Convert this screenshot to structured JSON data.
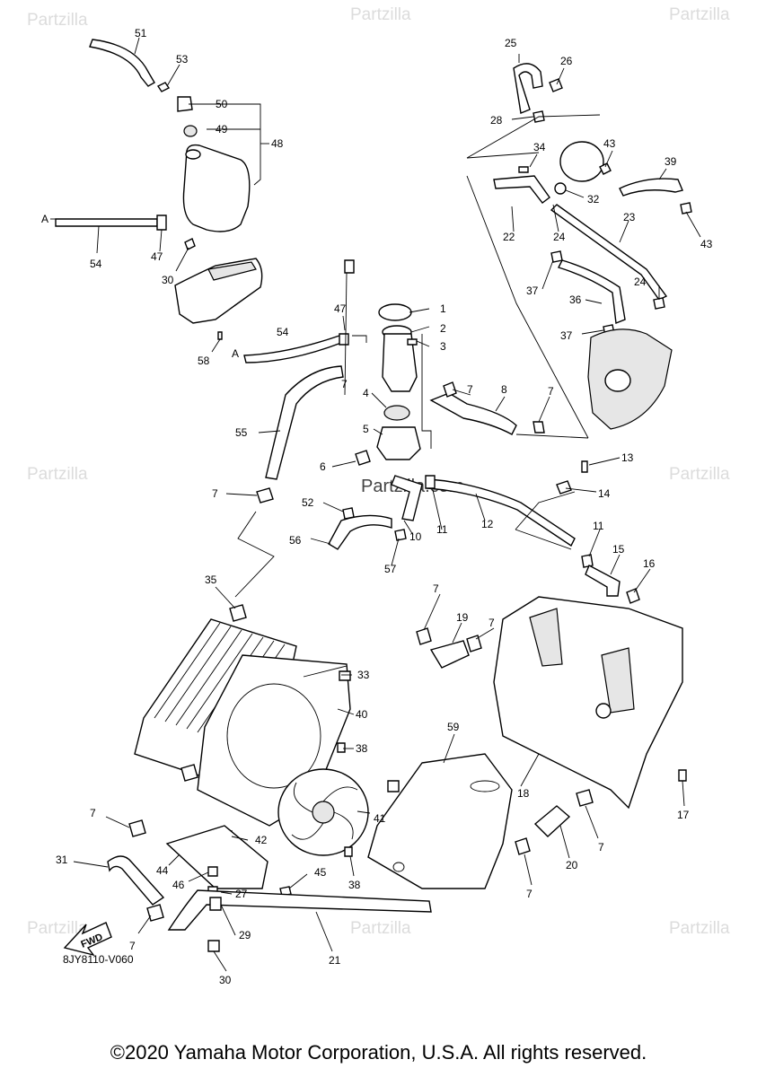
{
  "watermark": {
    "text": "Partzilla",
    "center_text": "Partzilla.com"
  },
  "diagram_code": "8JY8110-V060",
  "fwd_label": "FWD",
  "copyright": "©2020 Yamaha Motor Corporation, U.S.A. All rights reserved.",
  "labels": {
    "A": "A",
    "1": "1",
    "2": "2",
    "3": "3",
    "4": "4",
    "5": "5",
    "6": "6",
    "7": "7",
    "8": "8",
    "10": "10",
    "11": "11",
    "12": "12",
    "13": "13",
    "14": "14",
    "15": "15",
    "16": "16",
    "17": "17",
    "18": "18",
    "19": "19",
    "20": "20",
    "21": "21",
    "22": "22",
    "23": "23",
    "24": "24",
    "25": "25",
    "26": "26",
    "27": "27",
    "28": "28",
    "29": "29",
    "30": "30",
    "31": "31",
    "32": "32",
    "33": "33",
    "34": "34",
    "35": "35",
    "36": "36",
    "37": "37",
    "38": "38",
    "39": "39",
    "40": "40",
    "41": "41",
    "42": "42",
    "43": "43",
    "44": "44",
    "45": "45",
    "46": "46",
    "47": "47",
    "48": "48",
    "49": "49",
    "50": "50",
    "51": "51",
    "52": "52",
    "53": "53",
    "54": "54",
    "55": "55",
    "56": "56",
    "57": "57",
    "58": "58",
    "59": "59"
  }
}
